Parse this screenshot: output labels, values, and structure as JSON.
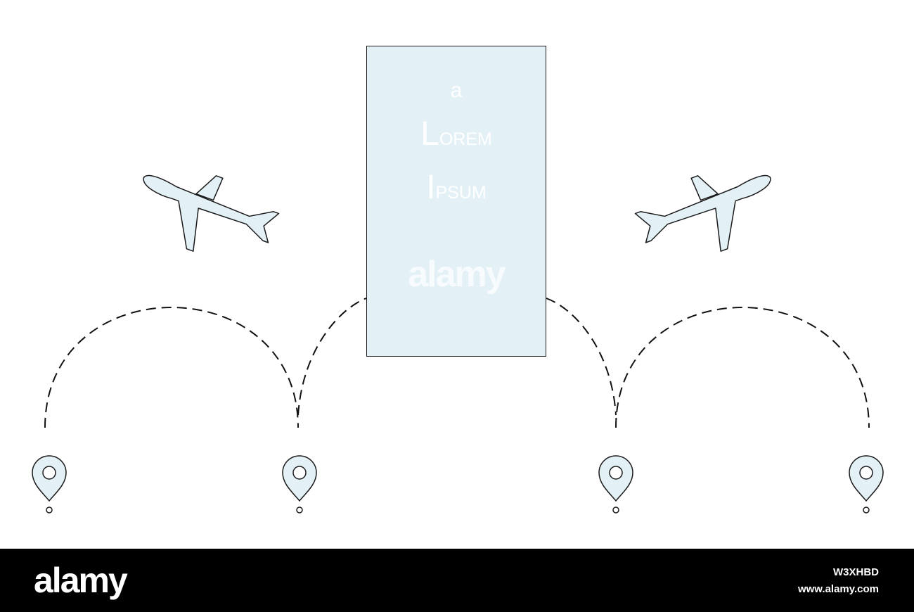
{
  "card": {
    "small_text": "a",
    "line1_cap": "L",
    "line1_rest": "orem",
    "line2_cap": "I",
    "line2_rest": "psum",
    "watermark": "alamy"
  },
  "footer": {
    "logo": "alamy",
    "image_id": "W3XHBD",
    "url": "www.alamy.com"
  },
  "colors": {
    "fill": "#e3f1f7",
    "stroke": "#1a1a1a",
    "footer_bg": "#000000"
  },
  "icons": [
    "airplane-icon",
    "airplane-icon",
    "location-pin-icon",
    "location-pin-icon",
    "location-pin-icon",
    "location-pin-icon"
  ]
}
